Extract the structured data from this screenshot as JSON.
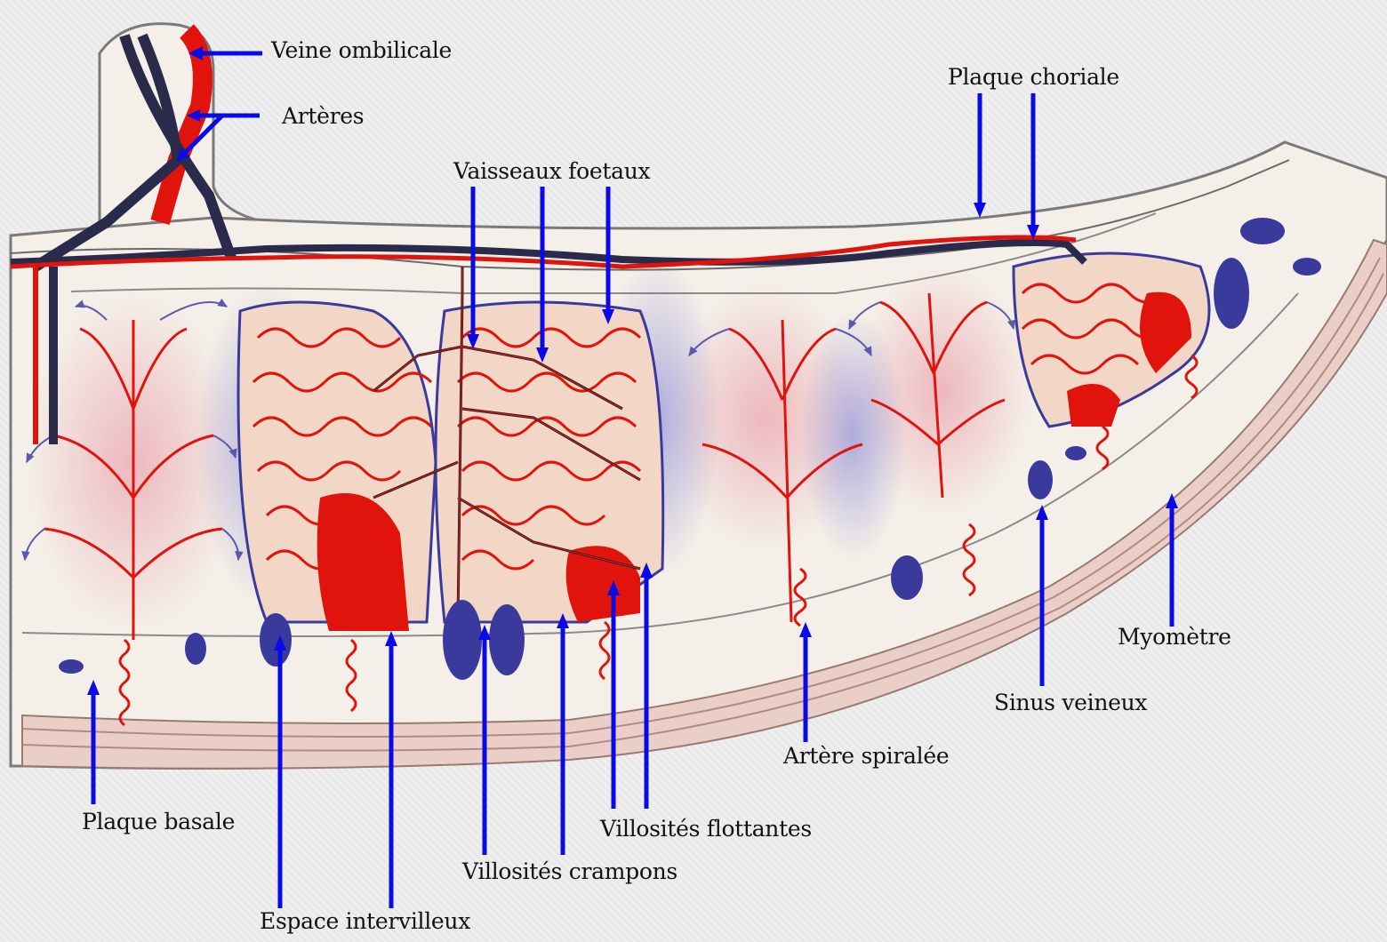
{
  "labels": {
    "veine_ombilicale": "Veine ombilicale",
    "arteres": "Artères",
    "plaque_choriale": "Plaque choriale",
    "vaisseaux_foetaux": "Vaisseaux foetaux",
    "myometre": "Myomètre",
    "sinus_veineux": "Sinus veineux",
    "artere_spiralee": "Artère spiralée",
    "villosites_flottantes": "Villosités flottantes",
    "villosites_crampons": "Villosités crampons",
    "plaque_basale": "Plaque basale",
    "espace_intervilleux": "Espace intervilleux"
  },
  "colors": {
    "background": "#e9e9e9",
    "arrow": "#0a0ae6",
    "artery": "#e0140c",
    "vein": "#2a2a4a",
    "villous": "#3a3a9c",
    "tissue": "#f4efe8"
  }
}
